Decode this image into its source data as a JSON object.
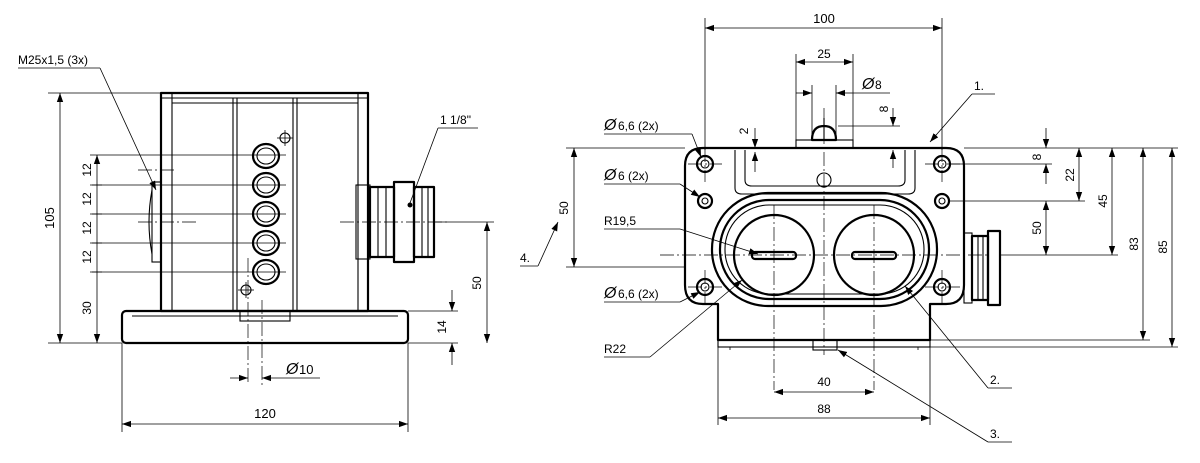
{
  "left_view": {
    "thread_label": "M25x1,5 (3x)",
    "connector_label": "1 1/8\"",
    "dim_height": "105",
    "dim_pitch": "12",
    "dim_base_offset": "30",
    "dim_base_height": "14",
    "dim_connector_height": "50",
    "dim_bore_prefix": "Ø",
    "dim_bore": "10",
    "dim_width": "120"
  },
  "right_view": {
    "dim_width_top": "100",
    "dim_spacing_25": "25",
    "dim_pin_prefix": "Ø",
    "dim_pin": "8",
    "dim_pin_height": "8",
    "dim_recess": "2",
    "hole_top_prefix": "Ø",
    "hole_top": "6,6 (2x)",
    "hole_mid_prefix": "Ø",
    "hole_mid": "6 (2x)",
    "hole_bottom_prefix": "Ø",
    "hole_bottom": "6,6 (2x)",
    "radius_inner": "R19,5",
    "radius_outer": "R22",
    "dim_left_50": "50",
    "dim_spacing_40": "40",
    "dim_width_88": "88",
    "dim_8": "8",
    "dim_22": "22",
    "dim_45": "45",
    "dim_50": "50",
    "dim_83": "83",
    "dim_85": "85",
    "callout_1": "1.",
    "callout_2": "2.",
    "callout_3": "3.",
    "callout_4": "4."
  }
}
